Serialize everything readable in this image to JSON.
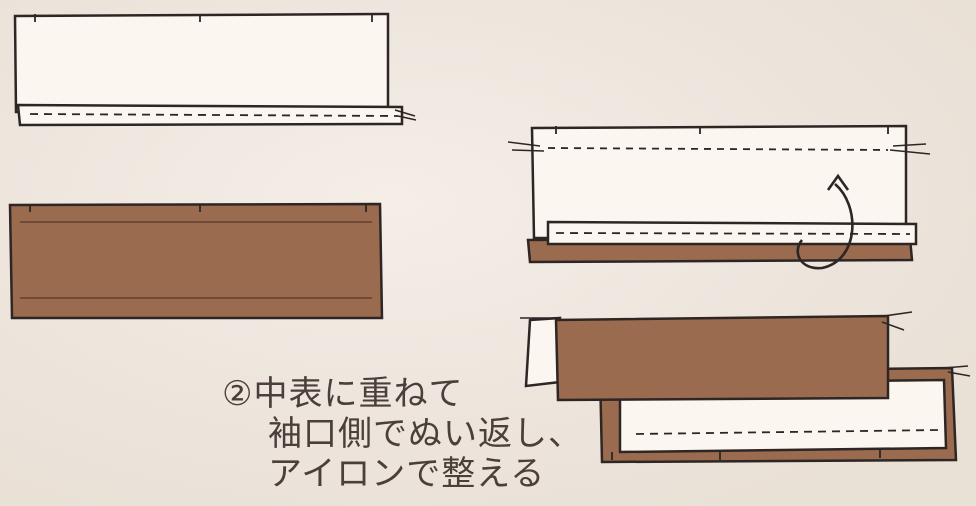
{
  "caption": {
    "line1": "②中表に重ねて",
    "line2": "袖口側でぬい返し、",
    "line3": "アイロンで整える"
  },
  "colors": {
    "background": "#efe8e0",
    "outer_fabric": "#9a6b4f",
    "lining_fabric": "#fbf6ef",
    "outline": "#2d2624",
    "caption_text": "#4a3f3a"
  },
  "icons": {
    "fold_arrow": "curved-arrow-icon"
  }
}
